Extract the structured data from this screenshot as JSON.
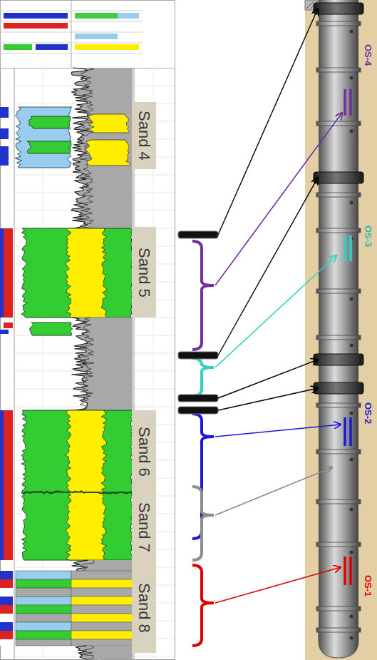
{
  "diagram": {
    "nodes": [
      {
        "text": [
          "Sand 4"
        ]
      },
      {
        "text": [
          "Sand 5"
        ]
      },
      {
        "text": [
          "Sand 6"
        ]
      },
      {
        "text": [
          "Sand 7"
        ]
      },
      {
        "text": [
          "Sand 8"
        ]
      }
    ],
    "labels": [
      "OS-4",
      "OS-3",
      "OS-2",
      "OS-1"
    ]
  }
}
